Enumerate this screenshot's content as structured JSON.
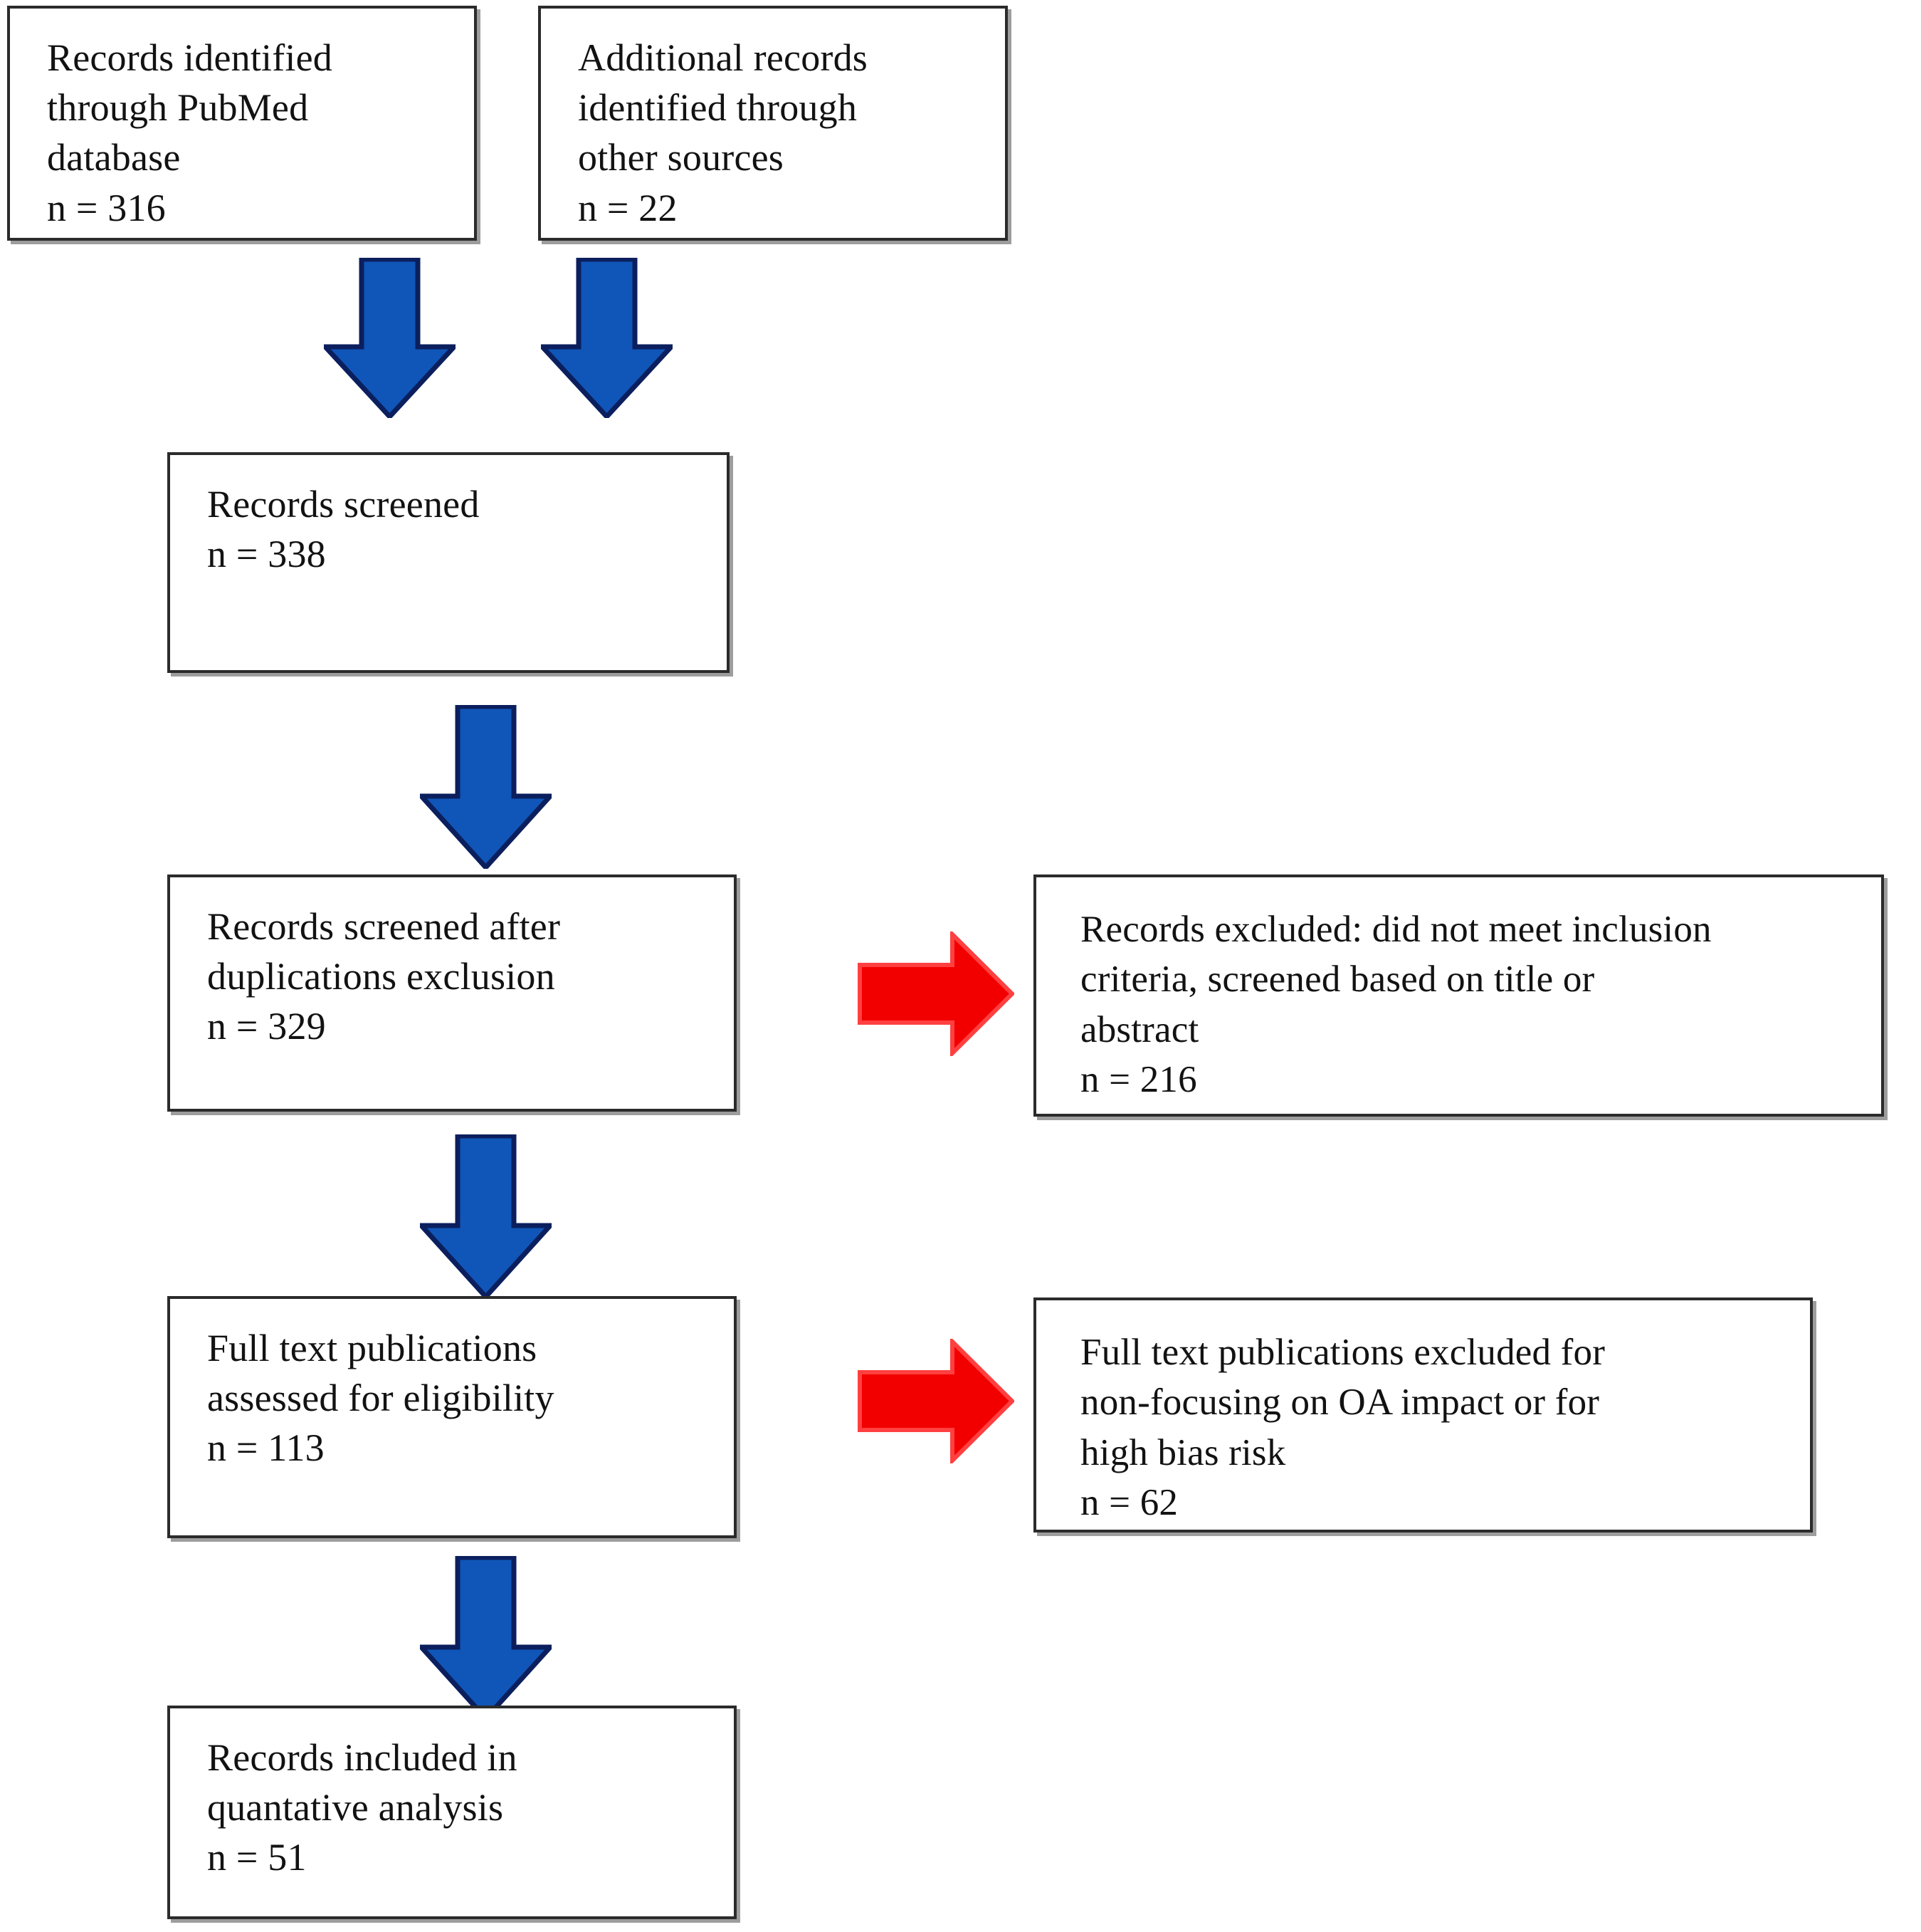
{
  "diagram": {
    "type": "prisma-flow-diagram",
    "colors": {
      "box_border": "#2b2b2b",
      "box_shadow": "#9d9d9d",
      "box_fill": "#ffffff",
      "arrow_blue_fill": "#1056B8",
      "arrow_blue_outline": "#0B1F5E",
      "arrow_red_fill": "#F20000",
      "arrow_red_outline": "#FF4040",
      "text": "#121212"
    },
    "boxes": [
      {
        "id": "records-identified-pubmed",
        "text": "Records identified\nthrough PubMed\ndatabase\nn = 316",
        "lines": [
          "Records identified",
          "through PubMed",
          "database",
          "n = 316"
        ],
        "count_label": "n = 316",
        "count": 316
      },
      {
        "id": "additional-records-other-sources",
        "text": "Additional records\nidentified through\nother sources\nn = 22",
        "lines": [
          "Additional records",
          "identified through",
          "other sources",
          "n = 22"
        ],
        "count_label": "n = 22",
        "count": 22
      },
      {
        "id": "records-screened",
        "text": "Records screened\nn = 338",
        "lines": [
          "Records screened",
          "n = 338"
        ],
        "count_label": "n = 338",
        "count": 338
      },
      {
        "id": "records-screened-after-duplications",
        "text": "Records screened after\nduplications exclusion\nn = 329",
        "lines": [
          "Records screened after",
          "duplications exclusion",
          "n = 329"
        ],
        "count_label": "n = 329",
        "count": 329
      },
      {
        "id": "records-excluded",
        "text": "Records excluded: did not meet inclusion\ncriteria, screened   based on title or\nabstract\nn = 216",
        "lines": [
          "Records excluded: did not meet inclusion",
          "criteria, screened   based on title or",
          "abstract",
          "n = 216"
        ],
        "count_label": "n = 216",
        "count": 216
      },
      {
        "id": "full-text-assessed",
        "text": "Full text publications\nassessed for eligibility\nn = 113",
        "lines": [
          "Full text publications",
          "assessed for eligibility",
          "n = 113"
        ],
        "count_label": "n = 113",
        "count": 113
      },
      {
        "id": "full-text-excluded",
        "text": "Full text publications excluded for\nnon-focusing on OA impact or for\nhigh bias risk\nn = 62",
        "lines": [
          "Full text publications excluded for",
          "non-focusing on OA impact or for",
          "high bias risk",
          "n = 62"
        ],
        "count_label": "n = 62",
        "count": 62
      },
      {
        "id": "records-included",
        "text": "Records included in\nquantative analysis\nn = 51",
        "lines": [
          "Records included in",
          "quantative analysis",
          "n = 51"
        ],
        "count_label": "n = 51",
        "count": 51
      }
    ],
    "arrows": [
      {
        "id": "arrow-pubmed-to-screened",
        "direction": "down",
        "color": "blue"
      },
      {
        "id": "arrow-other-to-screened",
        "direction": "down",
        "color": "blue"
      },
      {
        "id": "arrow-screened-to-dedup",
        "direction": "down",
        "color": "blue"
      },
      {
        "id": "arrow-dedup-to-excluded",
        "direction": "right",
        "color": "red"
      },
      {
        "id": "arrow-dedup-to-fulltext",
        "direction": "down",
        "color": "blue"
      },
      {
        "id": "arrow-fulltext-to-excluded",
        "direction": "right",
        "color": "red"
      },
      {
        "id": "arrow-fulltext-to-included",
        "direction": "down",
        "color": "blue"
      }
    ]
  }
}
